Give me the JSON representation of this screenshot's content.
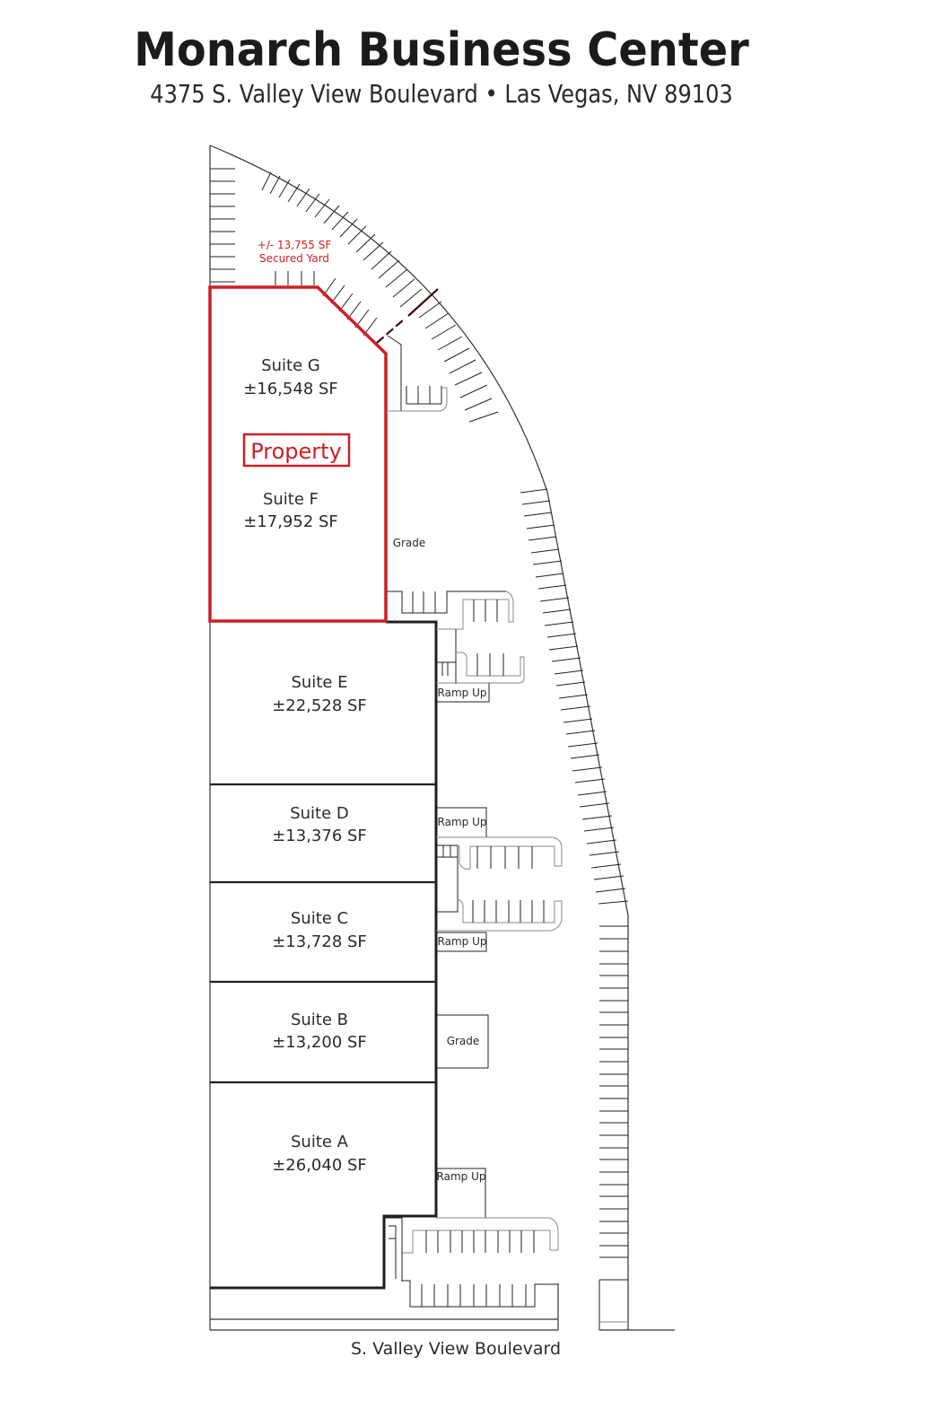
{
  "header": {
    "title": "Monarch Business Center",
    "address": "4375 S. Valley View Boulevard • Las Vegas, NV 89103"
  },
  "colors": {
    "property_outline": "#cc1f24",
    "building_outline": "#1f1f1f",
    "parking_lines": "#222222",
    "curb_gray": "#8a8a8a"
  },
  "yard": {
    "area": "+/- 13,755 SF",
    "label": "Secured Yard"
  },
  "property_label": "Property",
  "suites": [
    {
      "name": "Suite G",
      "sf": "±16,548 SF"
    },
    {
      "name": "Suite F",
      "sf": "±17,952 SF"
    },
    {
      "name": "Suite E",
      "sf": "±22,528 SF"
    },
    {
      "name": "Suite D",
      "sf": "±13,376 SF"
    },
    {
      "name": "Suite C",
      "sf": "±13,728 SF"
    },
    {
      "name": "Suite B",
      "sf": "±13,200 SF"
    },
    {
      "name": "Suite A",
      "sf": "±26,040 SF"
    }
  ],
  "loading": [
    {
      "type": "Grade"
    },
    {
      "type": "Ramp Up"
    },
    {
      "type": "Ramp Up"
    },
    {
      "type": "Ramp Up"
    },
    {
      "type": "Grade"
    },
    {
      "type": "Ramp Up"
    }
  ],
  "street": "S. Valley View Boulevard"
}
